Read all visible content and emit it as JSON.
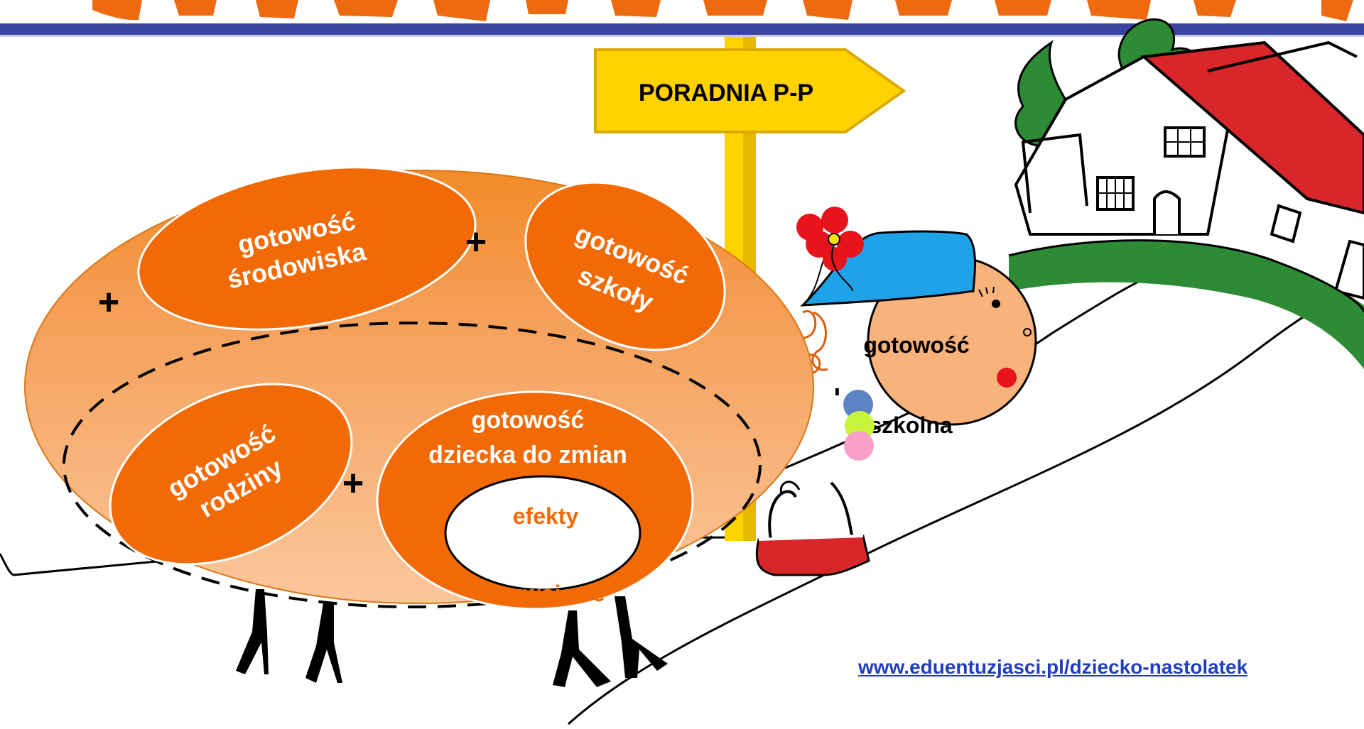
{
  "colors": {
    "orange": "#f26a05",
    "peach": "#f8b27c",
    "sign_yellow": "#ffd200",
    "hat_blue": "#1ea3e8",
    "title_orange": "#ee6a10",
    "header_bar": "#3a44a0",
    "roof_red": "#d8262b",
    "link_blue": "#1f3fbf"
  },
  "signpost": {
    "label": "PORADNIA P-P"
  },
  "body_bubbles": {
    "srodowiska": {
      "line1": "gotowość",
      "line2": "środowiska"
    },
    "szkoly": {
      "line1": "gotowość",
      "line2": "szkoły"
    },
    "rodziny": {
      "line1": "gotowość",
      "line2": "rodziny"
    },
    "dziecka": {
      "line1": "gotowość",
      "line2": "dziecka do zmian"
    },
    "efekty": {
      "line1": "efekty",
      "line2": "rozwojowe"
    },
    "plus_sign": "+"
  },
  "head": {
    "line1": "gotowość",
    "dash": "-",
    "line2": "szkolna"
  },
  "footer": {
    "url": "www.eduentuzjasci.pl/dziecko-nastolatek"
  }
}
